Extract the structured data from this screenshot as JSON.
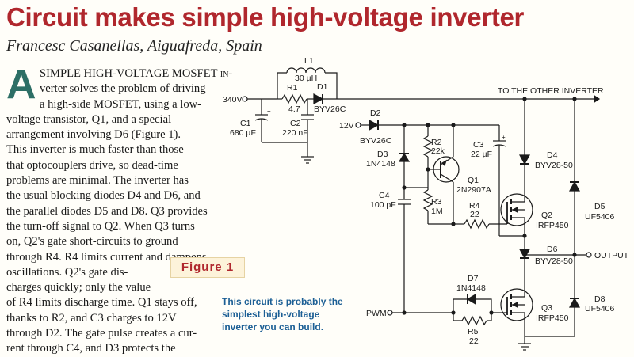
{
  "title": "Circuit makes simple high-voltage inverter",
  "author": "Francesc Casanellas, Aiguafreda, Spain",
  "body": {
    "dropcap": "A",
    "lines": [
      "SIMPLE HIGH-VOLTAGE MOSFET in-",
      "verter solves the problem of driving",
      "a high-side MOSFET, using a low-",
      "voltage transistor, Q1, and a special",
      "arrangement involving D6 (Figure 1).",
      "This inverter is much faster than those",
      "that optocouplers drive, so dead-time",
      "problems are minimal. The inverter has",
      "the usual blocking diodes D4 and D6, and",
      "the parallel diodes D5 and D8. Q3 provides",
      "the turn-off signal to Q2. When Q3 turns",
      "on, Q2's gate short-circuits to ground",
      "through R4. R4 limits current and dampens",
      "oscillations. Q2's gate dis-",
      "charges quickly; only the value",
      "of R4 limits discharge time. Q1 stays off,",
      "thanks to R2, and C3 charges to 12V",
      "through D2. The gate pulse creates a cur-",
      "rent through C4, and D3 protects the"
    ]
  },
  "figure_label": "Figure 1",
  "caption": [
    "This circuit is probably the",
    "simplest high-voltage",
    "inverter you can build."
  ],
  "schematic": {
    "v340": "340V",
    "v12": "12V",
    "to_other": "TO THE OTHER INVERTER",
    "output": "OUTPUT",
    "pwm": "PWM",
    "L1": {
      "name": "L1",
      "value": "30 µH"
    },
    "R1": {
      "name": "R1",
      "value": "4.7"
    },
    "D1": {
      "name": "D1",
      "value": "BYV26C"
    },
    "C1": {
      "name": "C1",
      "value": "680 µF"
    },
    "C2": {
      "name": "C2",
      "value": "220 nF"
    },
    "D2": {
      "name": "D2",
      "value": "BYV26C"
    },
    "D3": {
      "name": "D3",
      "value": "1N4148"
    },
    "R2": {
      "name": "R2",
      "value": "22k"
    },
    "C3": {
      "name": "C3",
      "value": "22 µF"
    },
    "Q1": {
      "name": "Q1",
      "value": "2N2907A"
    },
    "C4": {
      "name": "C4",
      "value": "100 pF"
    },
    "R3": {
      "name": "R3",
      "value": "1M"
    },
    "R4": {
      "name": "R4",
      "value": "22"
    },
    "Q2": {
      "name": "Q2",
      "value": "IRFP450"
    },
    "D4": {
      "name": "D4",
      "value": "BYV28-50"
    },
    "D5": {
      "name": "D5",
      "value": "UF5406"
    },
    "D6": {
      "name": "D6",
      "value": "BYV28-50"
    },
    "D7": {
      "name": "D7",
      "value": "1N4148"
    },
    "R5": {
      "name": "R5",
      "value": "22"
    },
    "Q3": {
      "name": "Q3",
      "value": "IRFP450"
    },
    "D8": {
      "name": "D8",
      "value": "UF5406"
    }
  }
}
